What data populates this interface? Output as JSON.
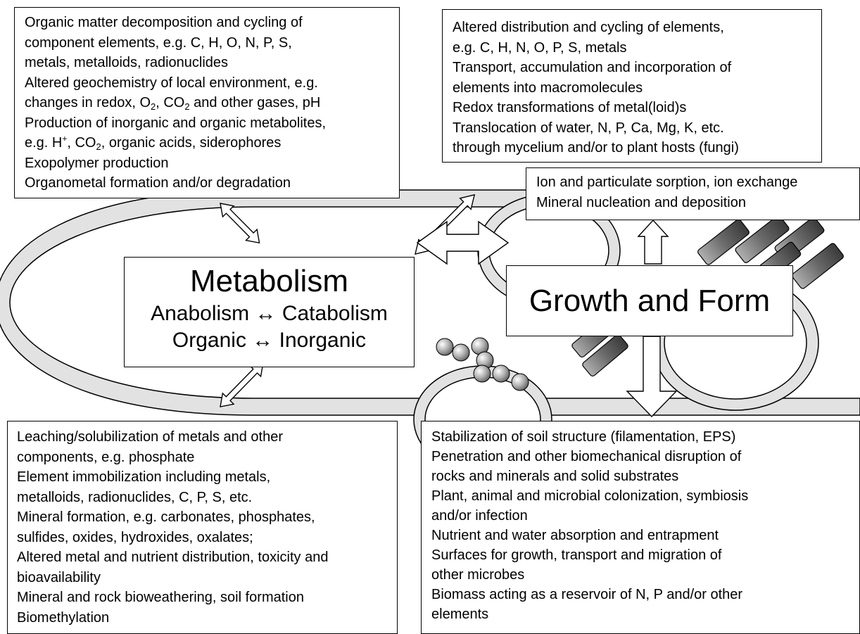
{
  "colors": {
    "stroke": "#000000",
    "band_fill": "#e2e2e2",
    "box_fill": "#ffffff",
    "crystal_light": "#9a9a9a",
    "crystal_dark": "#3e3e3e",
    "sphere_light": "#ffffff",
    "sphere_dark": "#666666"
  },
  "icons": {
    "arrows": "double-headed-hollow-arrow",
    "arrow_up": "hollow-up-arrow",
    "arrow_down": "hollow-down-arrow",
    "minerals": "mineral-crystal-blocks",
    "particles": "particle-spheres"
  },
  "metabolism": {
    "title": "Metabolism",
    "line1": "Anabolism ↔ Catabolism",
    "line2": "Organic ↔ Inorganic"
  },
  "growth": {
    "title": "Growth and Form"
  },
  "top_left": [
    "Organic matter decomposition and cycling of",
    "component elements, e.g. C, H, O, N, P, S,",
    "metals, metalloids, radionuclides",
    "Altered geochemistry of local environment, e.g.",
    [
      "changes in redox, O",
      "2",
      ", CO",
      "2",
      " and other gases, pH"
    ],
    "Production of inorganic and organic metabolites,",
    [
      "e.g. H",
      "+",
      ", CO",
      "2",
      ", organic acids, siderophores"
    ],
    "Exopolymer production",
    "Organometal formation and/or degradation"
  ],
  "top_right": [
    "Altered distribution and cycling of elements,",
    "e.g. C, H, N, O, P, S, metals",
    "Transport, accumulation and incorporation of",
    "elements into macromolecules",
    "Redox transformations of metal(loid)s",
    "Translocation of water, N, P, Ca, Mg, K, etc.",
    "through mycelium and/or to plant hosts (fungi)"
  ],
  "ion": [
    "Ion and particulate sorption, ion exchange",
    "Mineral nucleation and deposition"
  ],
  "bottom_left": [
    "Leaching/solubilization of metals and other",
    "components, e.g. phosphate",
    "Element immobilization including metals,",
    "metalloids, radionuclides,  C, P, S, etc.",
    "Mineral formation, e.g. carbonates, phosphates,",
    "sulfides, oxides, hydroxides, oxalates;",
    "Altered metal and nutrient distribution, toxicity and",
    "bioavailability",
    "Mineral and rock bioweathering, soil formation",
    "Biomethylation"
  ],
  "bottom_right": [
    "Stabilization of soil structure (filamentation, EPS)",
    "Penetration and other biomechanical disruption of",
    "rocks and minerals and solid substrates",
    "Plant, animal and microbial colonization, symbiosis",
    "and/or infection",
    "Nutrient and water absorption and entrapment",
    "Surfaces for growth, transport  and migration of",
    "other microbes",
    "Biomass acting as a reservoir of N, P and/or other",
    "elements"
  ]
}
